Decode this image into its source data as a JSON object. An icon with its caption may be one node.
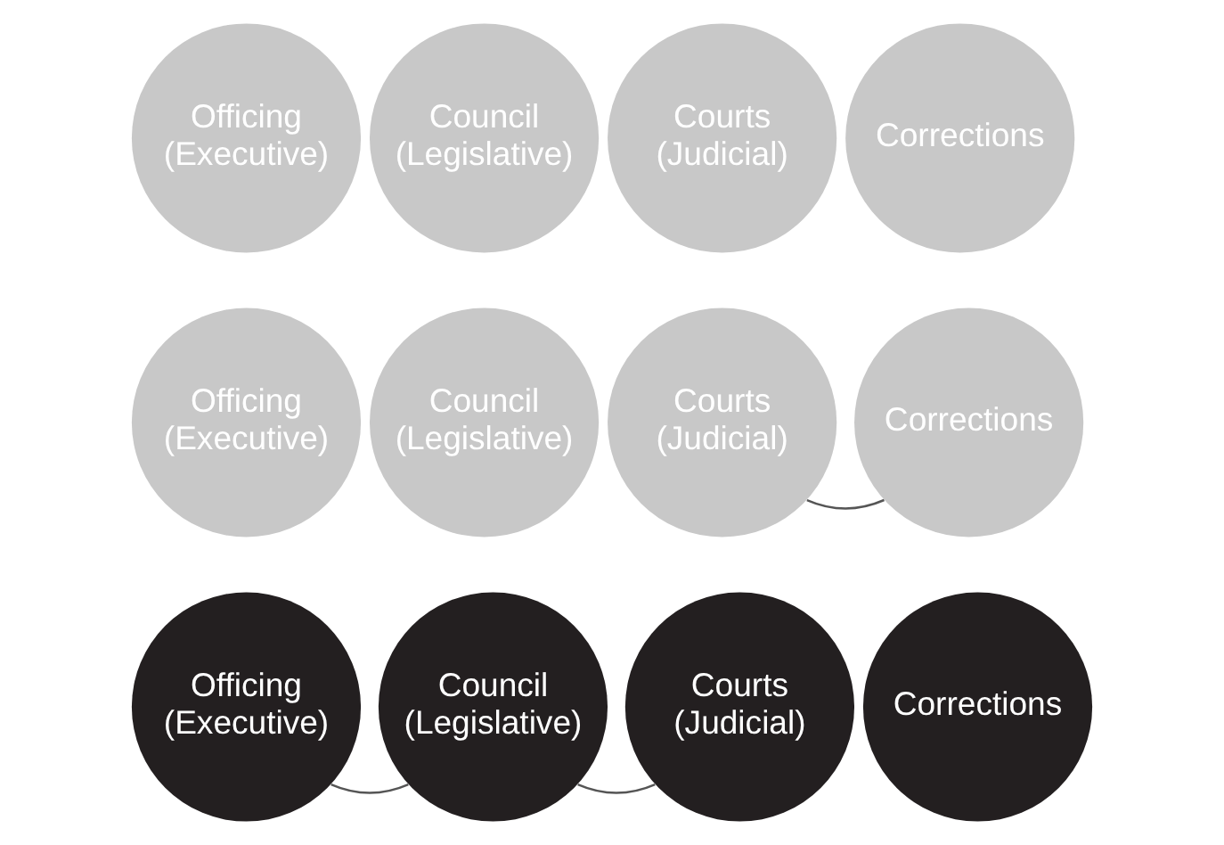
{
  "diagram": {
    "nodes": [
      {
        "text": [
          "Officing (Executive)"
        ]
      },
      {
        "text": [
          "Council (Legislative)"
        ]
      },
      {
        "text": [
          "Courts (Judicial)"
        ]
      },
      {
        "text": [
          "Corrections"
        ]
      },
      {
        "text": [
          "Officing (Executive)"
        ]
      },
      {
        "text": [
          "Council (Legislative)"
        ]
      },
      {
        "text": [
          "Courts (Judicial)"
        ]
      },
      {
        "text": [
          "Corrections"
        ]
      },
      {
        "text": [
          "Officing (Executive)"
        ]
      },
      {
        "text": [
          "Council (Legislative)"
        ]
      },
      {
        "text": [
          "Courts (Judicial)"
        ]
      },
      {
        "text": [
          "Corrections"
        ]
      }
    ],
    "edges": [
      {
        "from": 6,
        "to": 7,
        "arrow": "none"
      },
      {
        "from": 8,
        "to": 9,
        "arrow": "none"
      },
      {
        "from": 9,
        "to": 10,
        "arrow": "none"
      }
    ]
  }
}
